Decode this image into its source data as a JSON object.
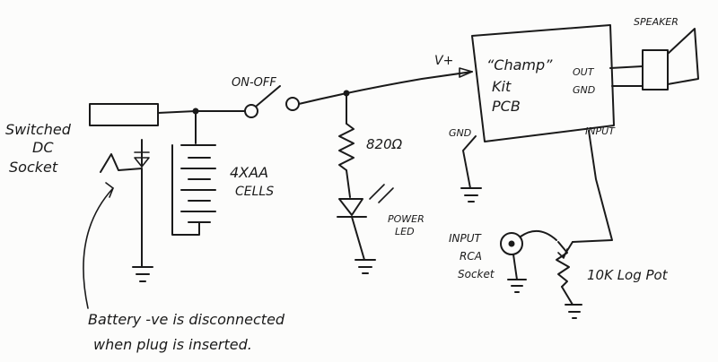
{
  "labels": {
    "switched_dc_socket": [
      "Switched",
      "DC",
      "Socket"
    ],
    "on_off": "ON-OFF",
    "cells": [
      "4XAA",
      "CELLS"
    ],
    "v_plus": "V+",
    "resistor": "820Ω",
    "power_led": [
      "POWER",
      "LED"
    ],
    "pcb": [
      "“Champ”",
      "Kit",
      "PCB"
    ],
    "gnd_left": "GND",
    "out": "OUT",
    "gnd_right": "GND",
    "input_pin": "INPUT",
    "speaker": "SPEAKER",
    "rca_socket": [
      "INPUT",
      "RCA",
      "Socket"
    ],
    "pot": "10K Log Pot",
    "note": [
      "Battery -ve is disconnected",
      "when plug is inserted."
    ]
  },
  "colors": {
    "ink": "#1a1a1a",
    "paper": "#fcfcfb"
  }
}
